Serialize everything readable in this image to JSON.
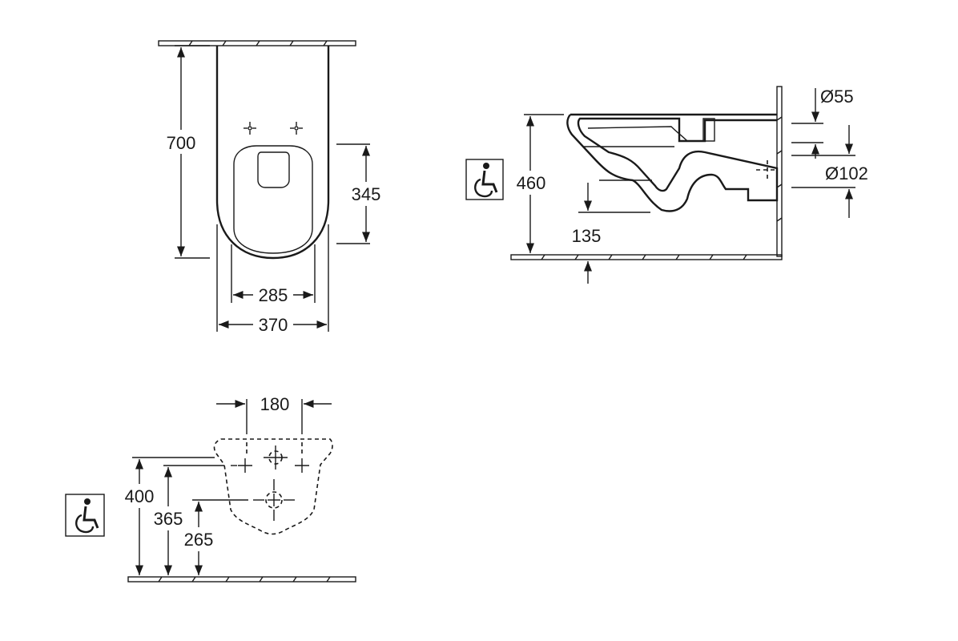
{
  "top_view": {
    "height": "700",
    "seat_depth": "345",
    "inner_width": "285",
    "outer_width": "370"
  },
  "side_view": {
    "seat_height": "460",
    "floor_clearance": "135",
    "inlet_diameter": "Ø55",
    "outlet_diameter": "Ø102"
  },
  "mounting_view": {
    "bolt_spacing": "180",
    "height_400": "400",
    "height_365": "365",
    "height_265": "265"
  },
  "icons": [
    "wheelchair-accessible-icon",
    "wheelchair-accessible-icon"
  ]
}
